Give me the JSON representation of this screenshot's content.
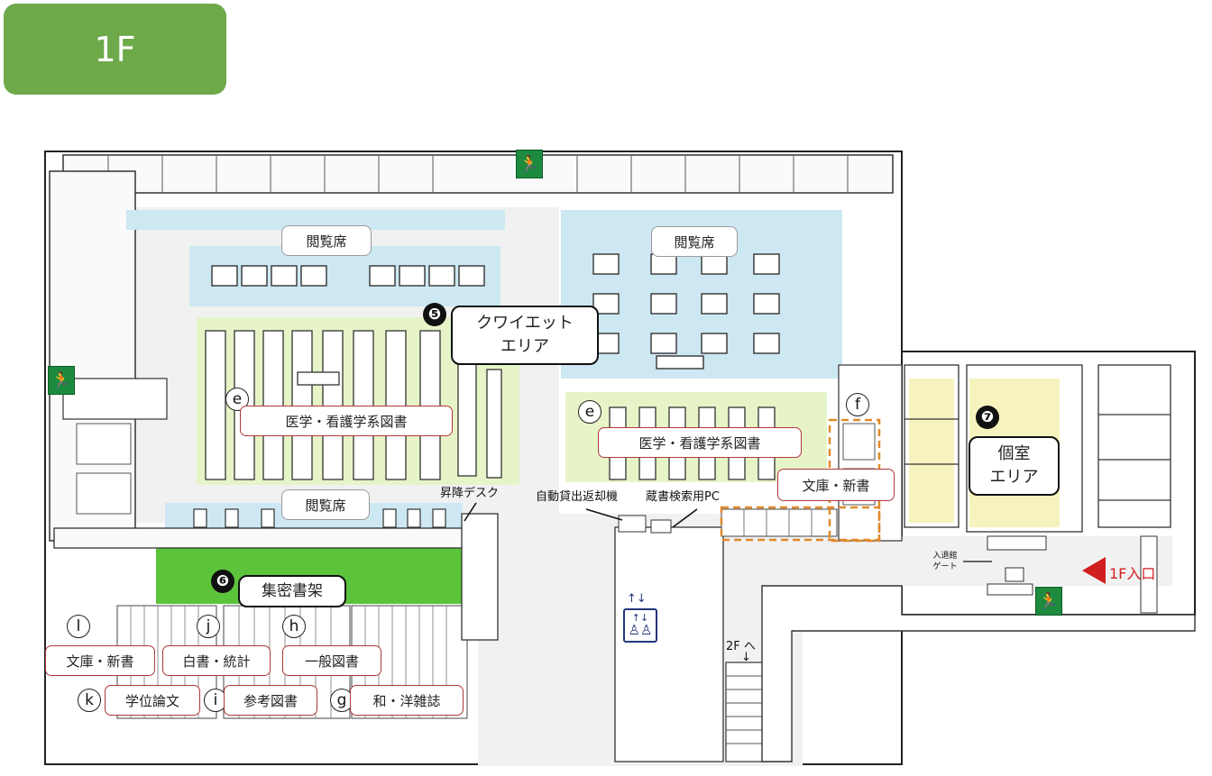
{
  "floor": "1F",
  "zones": {
    "reading_top_left": "閲覧席",
    "reading_top_right": "閲覧席",
    "reading_bottom": "閲覧席",
    "quiet_area": {
      "number": "❺",
      "line1": "クワイエット",
      "line2": "エリア"
    },
    "compact_stacks": {
      "number": "❻",
      "label": "集密書架"
    },
    "private_rooms": {
      "number": "❼",
      "line1": "個室",
      "line2": "エリア"
    }
  },
  "shelves": [
    {
      "letter": "e",
      "label": "医学・看護学系図書"
    },
    {
      "letter": "e",
      "label": "医学・看護学系図書"
    },
    {
      "letter": "f",
      "label": "文庫・新書"
    },
    {
      "letter": "l",
      "label": "文庫・新書"
    },
    {
      "letter": "j",
      "label": "白書・統計"
    },
    {
      "letter": "h",
      "label": "一般図書"
    },
    {
      "letter": "k",
      "label": "学位論文"
    },
    {
      "letter": "i",
      "label": "参考図書"
    },
    {
      "letter": "g",
      "label": "和・洋雑誌"
    }
  ],
  "facilities": {
    "lift_desk": "昇降デスク",
    "auto_lending": "自動貸出返却機",
    "opac_pc": "蔵書検索用PC",
    "gate_line1": "入退館",
    "gate_line2": "ゲート",
    "to_2f": "2F へ",
    "down_arrow": "↓",
    "entrance": "1F入口",
    "elevator_arrows": "↑↓"
  },
  "colors": {
    "badge": "#6ea94a",
    "reading": "#cde8f2",
    "medical": "#e6f4c8",
    "compact": "#5cc43a",
    "private": "#f6f3bf",
    "label_border": "#b03838",
    "bunko_dash": "#e08a2a",
    "entrance": "#d01f1f",
    "exit_sign": "#1d8a3d"
  },
  "icons": [
    "emergency-exit-icon",
    "elevator-icon",
    "entrance-arrow-icon"
  ]
}
